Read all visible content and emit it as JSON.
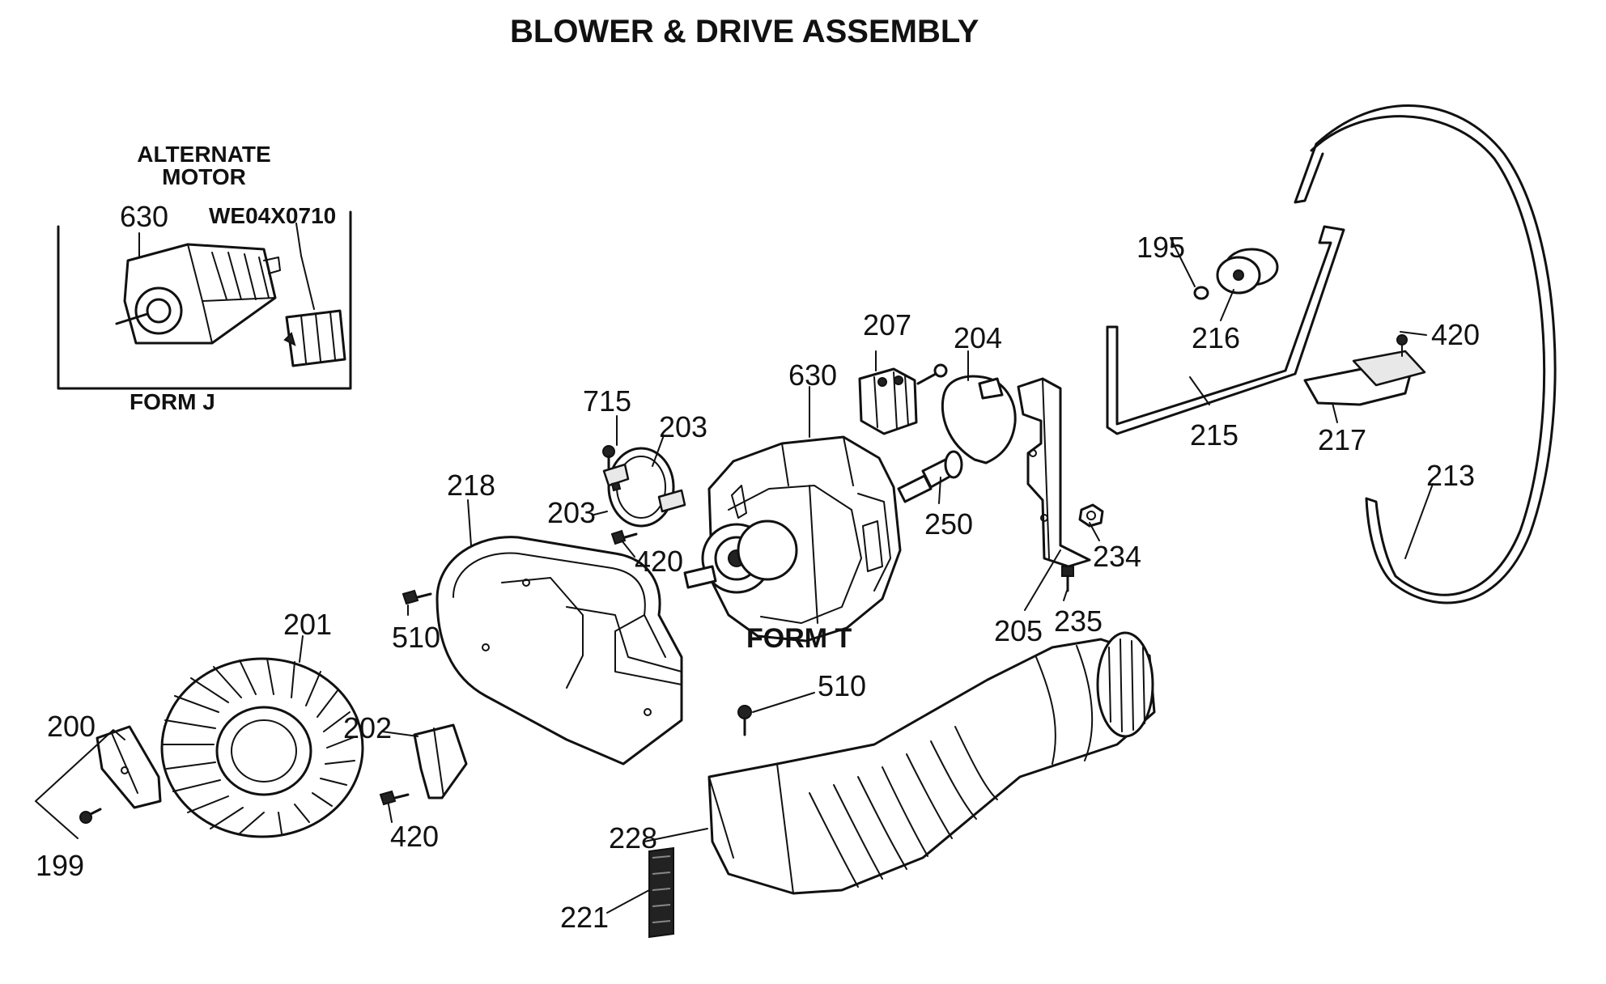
{
  "title": "BLOWER & DRIVE ASSEMBLY",
  "inset": {
    "heading_line1": "ALTERNATE",
    "heading_line2": "MOTOR",
    "motor_part": "630",
    "switch_part": "WE04X0710",
    "form_label": "FORM J"
  },
  "form_t_label": "FORM T",
  "callouts": {
    "c199": "199",
    "c200": "200",
    "c201": "201",
    "c202": "202",
    "c203a": "203",
    "c203b": "203",
    "c204": "204",
    "c205": "205",
    "c207": "207",
    "c213": "213",
    "c215": "215",
    "c216": "216",
    "c217": "217",
    "c218": "218",
    "c221": "221",
    "c228": "228",
    "c234": "234",
    "c235": "235",
    "c250": "250",
    "c195": "195",
    "c420a": "420",
    "c420b": "420",
    "c420c": "420",
    "c510a": "510",
    "c510b": "510",
    "c630": "630",
    "c715": "715"
  }
}
